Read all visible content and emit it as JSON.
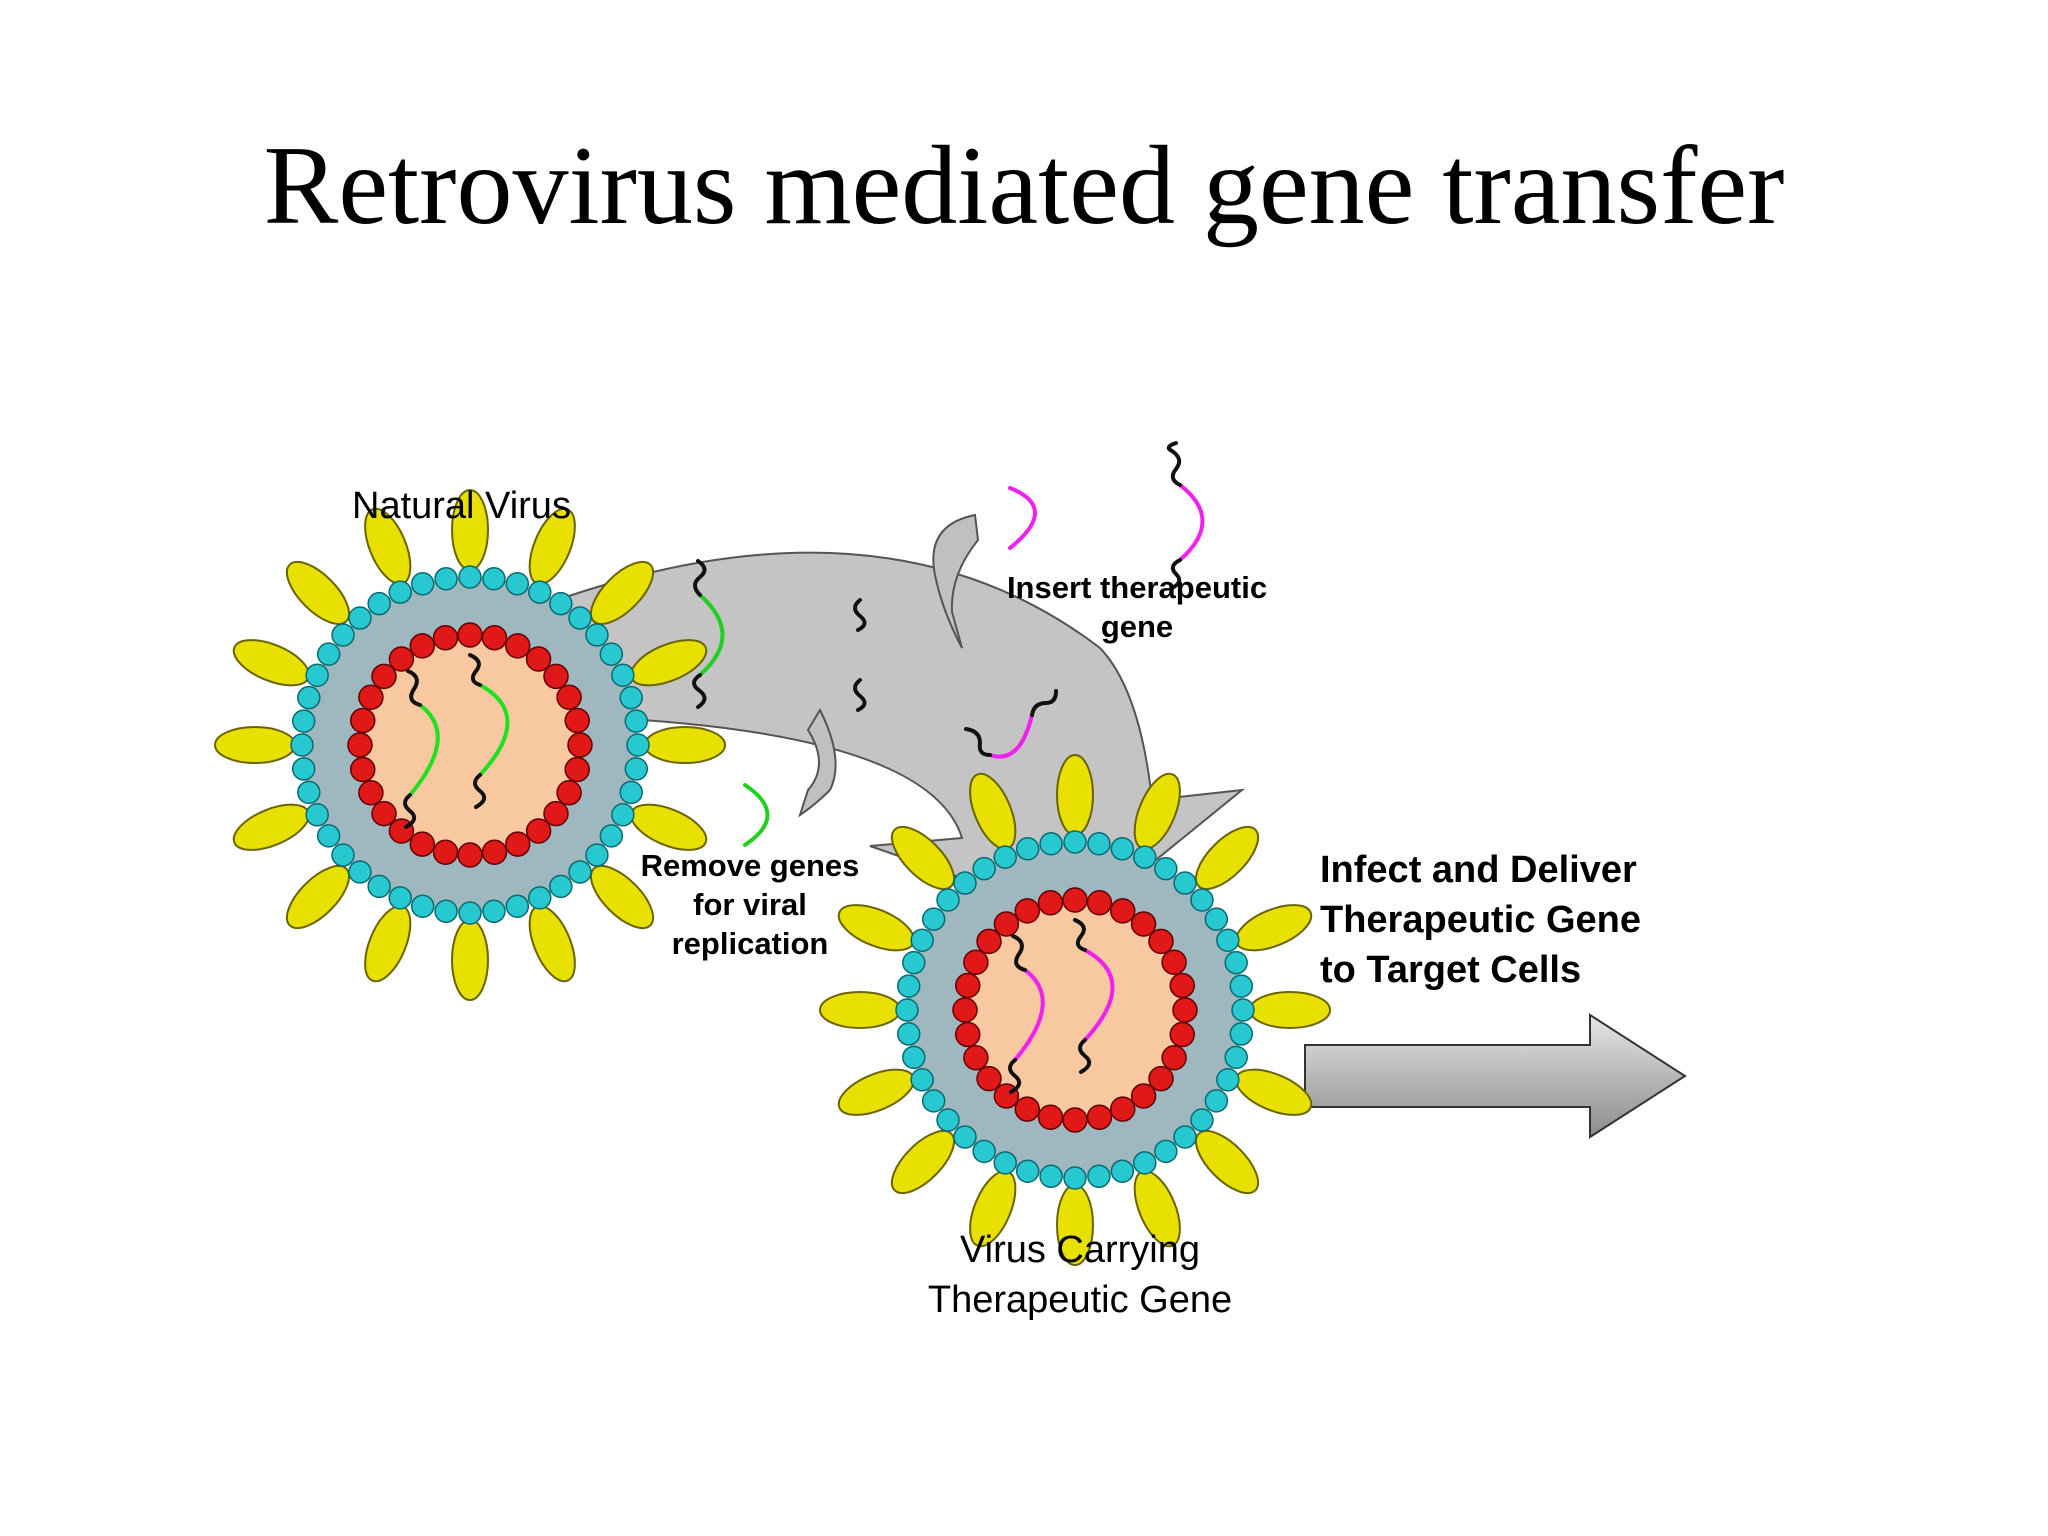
{
  "title": "Retrovirus mediated gene transfer",
  "labels": {
    "natural_virus": "Natural Virus",
    "insert_line1": "Insert therapeutic",
    "insert_line2": "gene",
    "remove_line1": "Remove genes",
    "remove_line2": "for viral",
    "remove_line3": "replication",
    "infect_line1": "Infect and Deliver",
    "infect_line2": "Therapeutic Gene",
    "infect_line3": "to Target Cells",
    "carrying_line1": "Virus Carrying",
    "carrying_line2": "Therapeutic Gene"
  },
  "colors": {
    "spike": "#e8e000",
    "spike_outline": "#6a6400",
    "envelope_bead": "#28c8d0",
    "capsid_fill": "#9fb8c0",
    "core_bead": "#e01818",
    "core_fill": "#f8c8a0",
    "viral_gene": "#20e020",
    "therapeutic_gene": "#f020f0",
    "arrow_fill": "#c8c8c8",
    "arrow_outline": "#404040"
  }
}
